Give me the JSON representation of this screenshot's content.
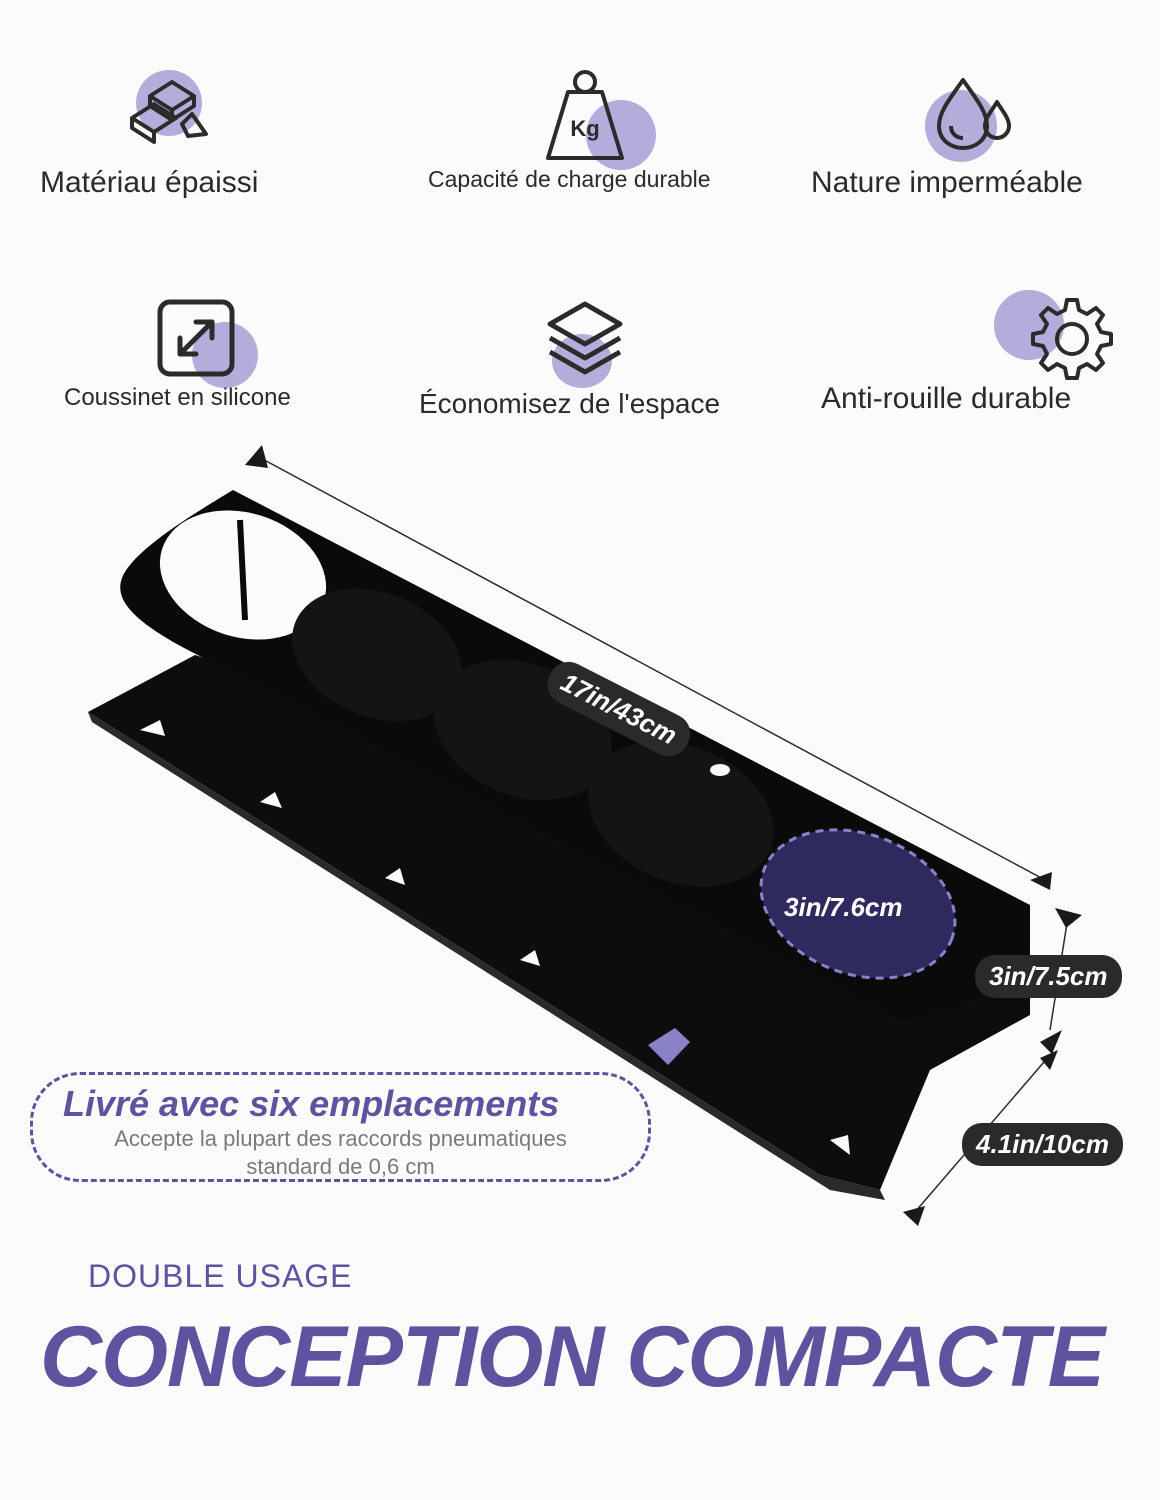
{
  "features": [
    {
      "label": "Matériau épaissi",
      "icon": "gold-bars-icon"
    },
    {
      "label": "Capacité de charge durable",
      "icon": "kg-weight-icon",
      "icon_text": "Kg"
    },
    {
      "label": "Nature imperméable",
      "icon": "water-drops-icon"
    },
    {
      "label": "Coussinet en silicone",
      "icon": "expand-arrows-icon"
    },
    {
      "label": "Économisez de l'espace",
      "icon": "layers-icon"
    },
    {
      "label": "Anti-rouille durable",
      "icon": "gear-icon"
    }
  ],
  "dimensions": {
    "length": "17in/43cm",
    "hole": "3in/7.6cm",
    "height": "3in/7.5cm",
    "depth": "4.1in/10cm"
  },
  "callout": {
    "title": "Livré avec six emplacements",
    "line1": "Accepte la plupart des raccords pneumatiques",
    "line2": "standard de 0,6 cm"
  },
  "kicker": "DOUBLE USAGE",
  "headline": "CONCEPTION COMPACTE",
  "colors": {
    "accent": "#5e539e",
    "blob": "#a79fd6",
    "product": "#0d0d0d"
  }
}
